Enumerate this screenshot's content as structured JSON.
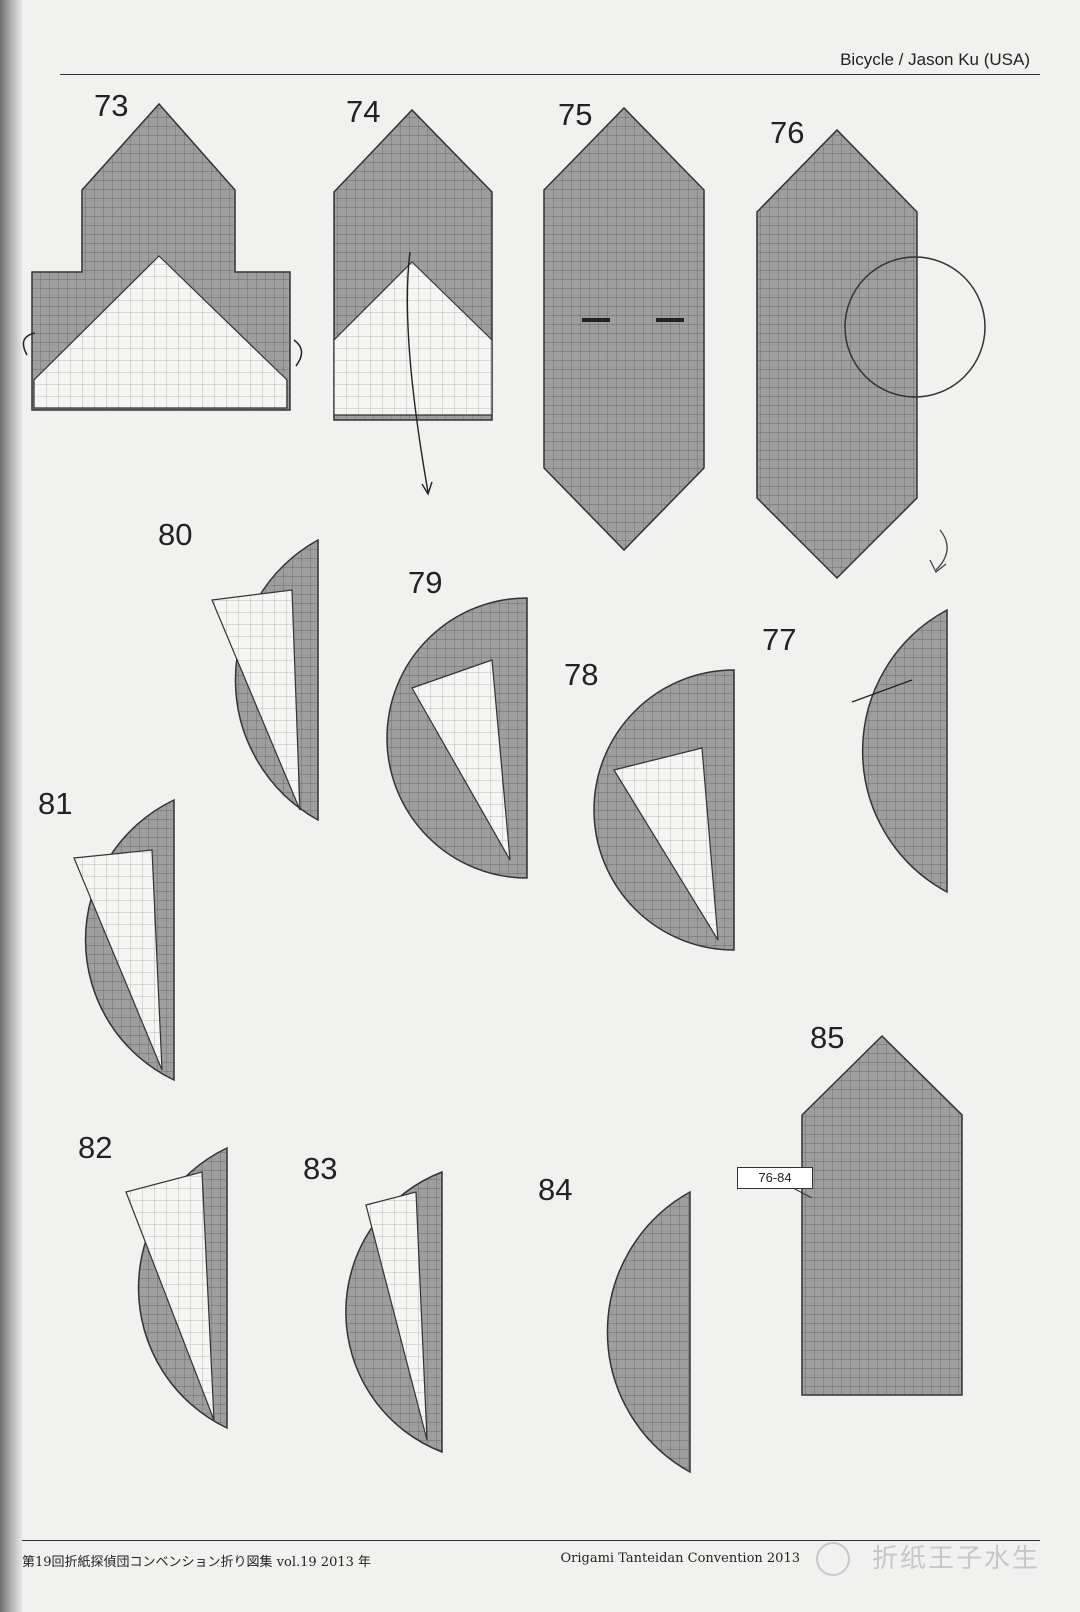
{
  "header": {
    "running_title": "Bicycle / Jason Ku (USA)"
  },
  "steps": [
    "73",
    "74",
    "75",
    "76",
    "77",
    "78",
    "79",
    "80",
    "81",
    "82",
    "83",
    "84",
    "85"
  ],
  "reference_label": "76-84",
  "footer": {
    "left": "第19回折紙探偵団コンベンション折り図集 vol.19 2013 年",
    "right": "Origami Tanteidan Convention 2013",
    "watermark": "折纸王子水生"
  },
  "colors": {
    "paper_fill": "#9a9a9a",
    "paper_light": "#f6f6f4",
    "ink": "#333333"
  }
}
